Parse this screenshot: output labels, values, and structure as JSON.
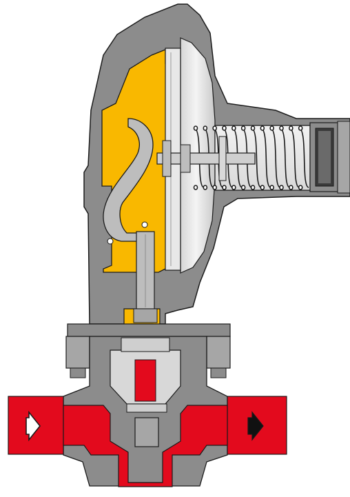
{
  "colors": {
    "background": "#ffffff",
    "body": "#8c8c8c",
    "body_light": "#a6a6a6",
    "outline": "#1a1a1a",
    "gas_pressure": "#e30a1d",
    "control_chamber": "#f9b800",
    "diaphragm": "#e8e8e8",
    "lever": "#bdbdbd",
    "inlet_arrow": "#ffffff",
    "outlet_arrow": "#111111"
  },
  "flow": {
    "inlet": {
      "direction": "right",
      "arrow_fill": "white"
    },
    "outlet": {
      "direction": "right",
      "arrow_fill": "black"
    }
  },
  "spring": {
    "coils": 12
  }
}
